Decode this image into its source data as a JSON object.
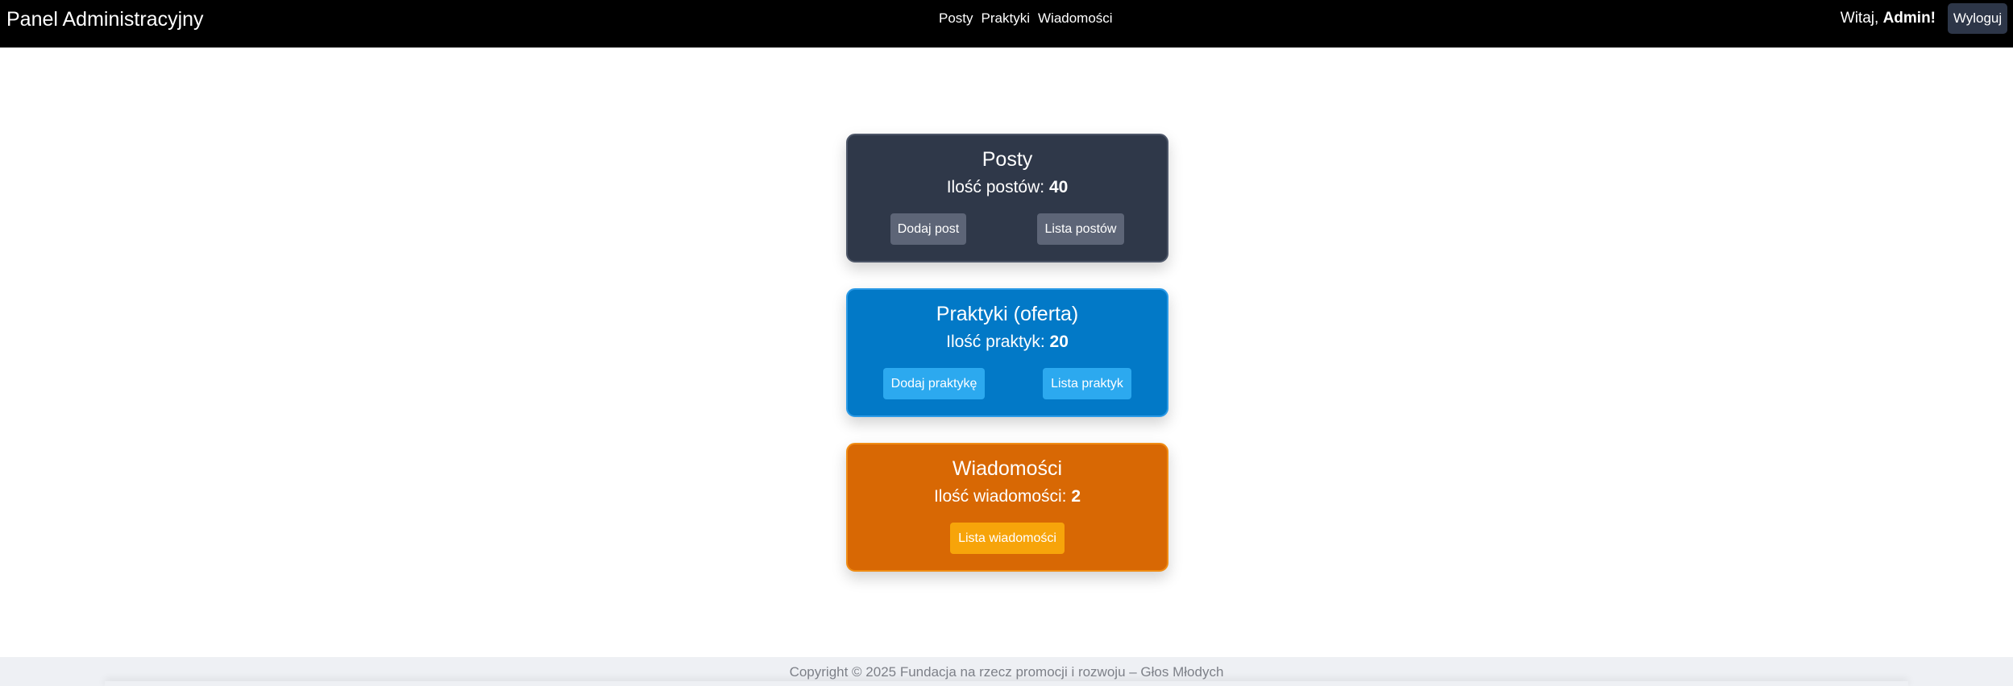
{
  "navbar": {
    "brand": "Panel Administracyjny",
    "links": [
      "Posty",
      "Praktyki",
      "Wiadomości"
    ],
    "welcome_prefix": "Witaj,",
    "welcome_user": "Admin!",
    "logout_label": "Wyloguj"
  },
  "cards": [
    {
      "title": "Posty",
      "count_label": "Ilość postów:",
      "count": "40",
      "buttons": [
        "Dodaj post",
        "Lista postów"
      ]
    },
    {
      "title": "Praktyki (oferta)",
      "count_label": "Ilość praktyk:",
      "count": "20",
      "buttons": [
        "Dodaj praktykę",
        "Lista praktyk"
      ]
    },
    {
      "title": "Wiadomości",
      "count_label": "Ilość wiadomości:",
      "count": "2",
      "buttons": [
        "Lista wiadomości"
      ]
    }
  ],
  "footer": {
    "copyright": "Copyright © 2025 Fundacja na rzecz promocji i rozwoju – Głos Młodych"
  },
  "colors": {
    "navbar_bg": "#000000",
    "posts_card": "#2f3849",
    "praktyki_card": "#0279c7",
    "wiadomosci_card": "#d86804"
  }
}
